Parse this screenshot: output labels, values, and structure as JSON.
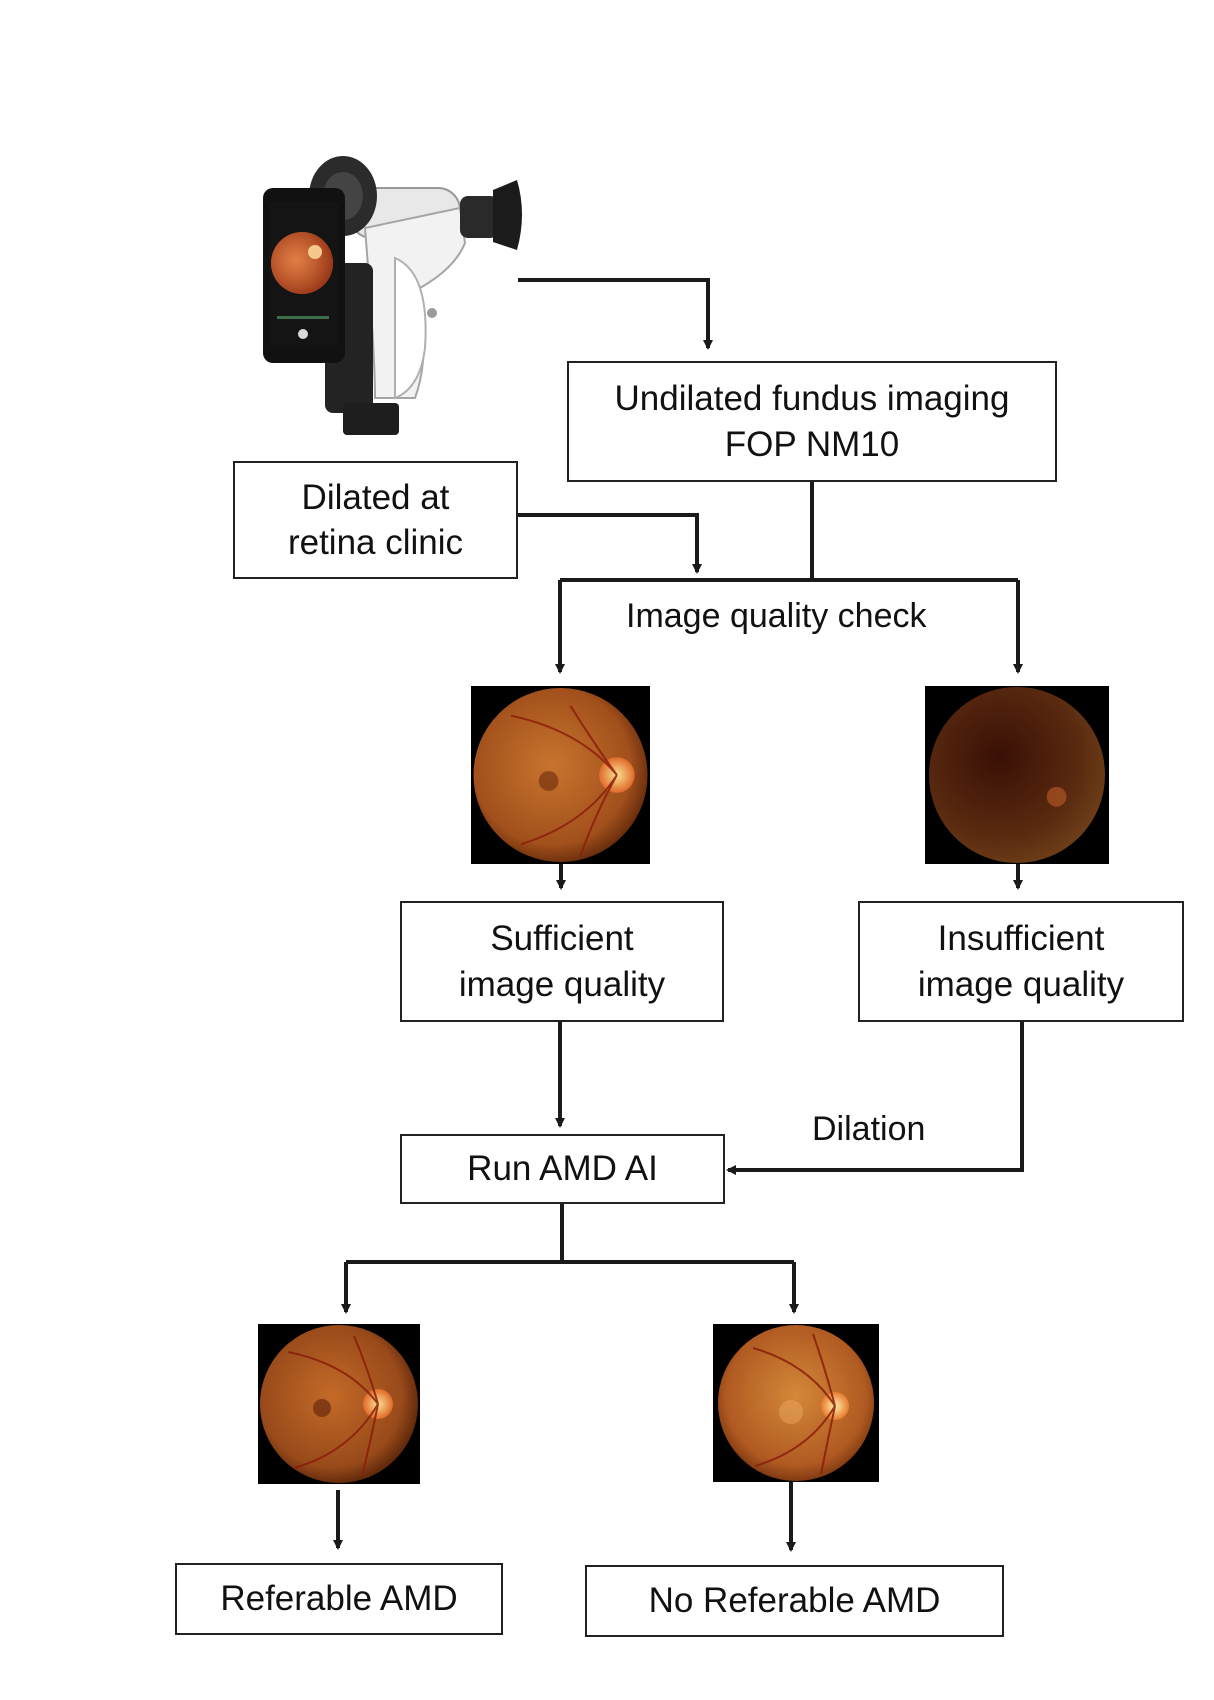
{
  "nodes": {
    "undilated_imaging": {
      "line1": "Undilated fundus imaging",
      "line2": "FOP NM10"
    },
    "dilated_clinic": {
      "line1": "Dilated at",
      "line2": "retina clinic"
    },
    "sufficient_quality": {
      "line1": "Sufficient",
      "line2": "image quality"
    },
    "insufficient_quality": {
      "line1": "Insufficient",
      "line2": "image quality"
    },
    "run_ai": {
      "label": "Run AMD AI"
    },
    "referable": {
      "label": "Referable AMD"
    },
    "no_referable": {
      "label": "No Referable AMD"
    }
  },
  "edge_labels": {
    "quality_check": "Image quality check",
    "dilation": "Dilation"
  },
  "colors": {
    "line": "#1a1a1a",
    "retina": "#c8702a",
    "retina_dark": "#3a1408",
    "optic_disc": "#f2c060"
  }
}
